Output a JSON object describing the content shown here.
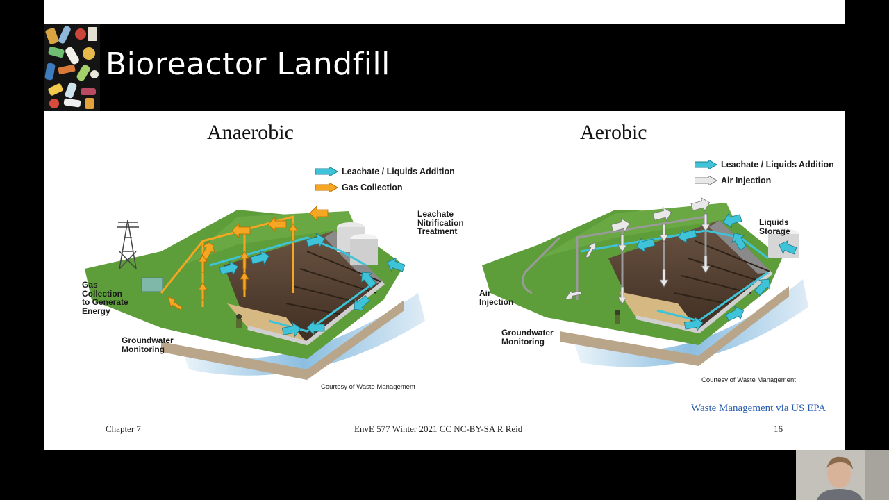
{
  "slide": {
    "title": "Bioreactor Landfill",
    "footer": {
      "chapter": "Chapter 7",
      "course": "EnvE 577 Winter 2021 CC NC-BY-SA R Reid",
      "page_number": "16"
    },
    "source_link": "Waste Management via US EPA"
  },
  "anaerobic": {
    "heading": "Anaerobic",
    "legend_leachate": "Leachate / Liquids Addition",
    "legend_gas": "Gas Collection",
    "label_treatment": "Leachate\nNitrification\nTreatment",
    "label_gas_energy": "Gas\nCollection\nto Generate\nEnergy",
    "label_groundwater": "Groundwater\nMonitoring",
    "credit": "Courtesy of Waste Management"
  },
  "aerobic": {
    "heading": "Aerobic",
    "legend_leachate": "Leachate / Liquids Addition",
    "legend_air": "Air Injection",
    "label_storage": "Liquids\nStorage",
    "label_air": "Air\nInjection",
    "label_groundwater": "Groundwater\nMonitoring",
    "credit": "Courtesy of Waste Management"
  },
  "colors": {
    "leachate_arrow": "#3fc3d8",
    "gas_arrow": "#f5a623",
    "air_arrow": "#e8e8e8",
    "grass": "#5e9e3a",
    "waste": "#5a4334",
    "water": "#5a9ccf",
    "link": "#2a5db0"
  }
}
